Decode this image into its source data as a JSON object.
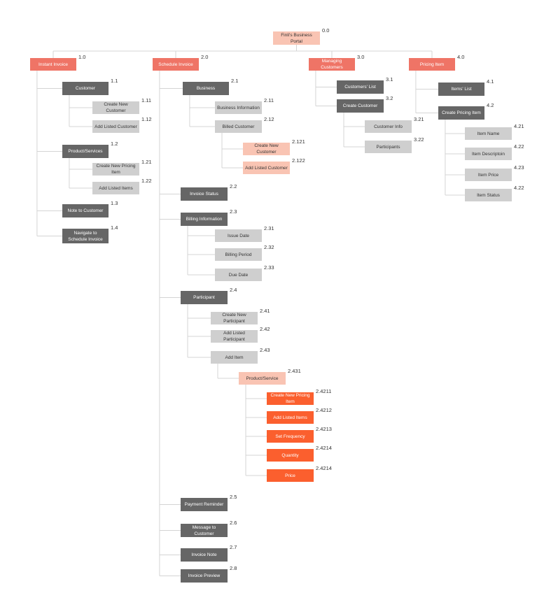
{
  "colors": {
    "root": "#f9c4b3",
    "top": "#ef7466",
    "dark": "#666666",
    "light": "#cfcfcf",
    "peach": "#f9c4b3",
    "orange": "#fb5f2e",
    "line": "#d4d4d4"
  },
  "nodes": [
    {
      "id": "root",
      "num": "0.0",
      "label": "Finli's Business Portal",
      "color": "root"
    },
    {
      "id": "n1",
      "num": "1.0",
      "label": "Instant Invoice",
      "color": "top"
    },
    {
      "id": "n2",
      "num": "2.0",
      "label": "Schedule Invoice",
      "color": "top"
    },
    {
      "id": "n3",
      "num": "3.0",
      "label": "Managing Customers",
      "color": "top"
    },
    {
      "id": "n4",
      "num": "4.0",
      "label": "Pricing Item",
      "color": "top"
    },
    {
      "id": "n1_1",
      "num": "1.1",
      "label": "Customer",
      "color": "dark"
    },
    {
      "id": "n1_11",
      "num": "1.11",
      "label": "Create New Customer",
      "color": "light"
    },
    {
      "id": "n1_12",
      "num": "1.12",
      "label": "Add Listed Customer",
      "color": "light"
    },
    {
      "id": "n1_2",
      "num": "1.2",
      "label": "Product/Services",
      "color": "dark"
    },
    {
      "id": "n1_21",
      "num": "1.21",
      "label": "Create New Pricing Item",
      "color": "light"
    },
    {
      "id": "n1_22",
      "num": "1.22",
      "label": "Add Listed Items",
      "color": "light"
    },
    {
      "id": "n1_3",
      "num": "1.3",
      "label": "Note to Customer",
      "color": "dark"
    },
    {
      "id": "n1_4",
      "num": "1.4",
      "label": "Navigate to Schedule Invoice",
      "color": "dark"
    },
    {
      "id": "n2_1",
      "num": "2.1",
      "label": "Business",
      "color": "dark"
    },
    {
      "id": "n2_11",
      "num": "2.11",
      "label": "Business Information",
      "color": "light"
    },
    {
      "id": "n2_12",
      "num": "2.12",
      "label": "Billed Customer",
      "color": "light"
    },
    {
      "id": "n2_121",
      "num": "2.121",
      "label": "Create New Customer",
      "color": "peach"
    },
    {
      "id": "n2_122",
      "num": "2.122",
      "label": "Add Listed Customer",
      "color": "peach"
    },
    {
      "id": "n2_2",
      "num": "2.2",
      "label": "Invoice Status",
      "color": "dark"
    },
    {
      "id": "n2_3",
      "num": "2.3",
      "label": "Billing Information",
      "color": "dark"
    },
    {
      "id": "n2_31",
      "num": "2.31",
      "label": "Issue Date",
      "color": "light"
    },
    {
      "id": "n2_32",
      "num": "2.32",
      "label": "Billing Period",
      "color": "light"
    },
    {
      "id": "n2_33",
      "num": "2.33",
      "label": "Due Date",
      "color": "light"
    },
    {
      "id": "n2_4",
      "num": "2.4",
      "label": "Participant",
      "color": "dark"
    },
    {
      "id": "n2_41",
      "num": "2.41",
      "label": "Create New Participant",
      "color": "light"
    },
    {
      "id": "n2_42",
      "num": "2.42",
      "label": "Add Listed Participant",
      "color": "light"
    },
    {
      "id": "n2_43",
      "num": "2.43",
      "label": "Add Item",
      "color": "light"
    },
    {
      "id": "n2_431",
      "num": "2.431",
      "label": "Product/Service",
      "color": "peach"
    },
    {
      "id": "n2_4211",
      "num": "2.4211",
      "label": "Create New Pricing Item",
      "color": "orange"
    },
    {
      "id": "n2_4212",
      "num": "2.4212",
      "label": "Add Listed Items",
      "color": "orange"
    },
    {
      "id": "n2_4213",
      "num": "2.4213",
      "label": "Set Frequency",
      "color": "orange"
    },
    {
      "id": "n2_4214a",
      "num": "2.4214",
      "label": "Quantity",
      "color": "orange"
    },
    {
      "id": "n2_4214b",
      "num": "2.4214",
      "label": "Price",
      "color": "orange"
    },
    {
      "id": "n2_5",
      "num": "2.5",
      "label": "Payment Reminder",
      "color": "dark"
    },
    {
      "id": "n2_6",
      "num": "2.6",
      "label": "Message to Customer",
      "color": "dark"
    },
    {
      "id": "n2_7",
      "num": "2.7",
      "label": "Invoice Note",
      "color": "dark"
    },
    {
      "id": "n2_8",
      "num": "2.8",
      "label": "Invoice Preview",
      "color": "dark"
    },
    {
      "id": "n3_1",
      "num": "3.1",
      "label": "Customers' List",
      "color": "dark"
    },
    {
      "id": "n3_2",
      "num": "3.2",
      "label": "Create Customer",
      "color": "dark"
    },
    {
      "id": "n3_21",
      "num": "3.21",
      "label": "Customer Info",
      "color": "light"
    },
    {
      "id": "n3_22",
      "num": "3.22",
      "label": "Participants",
      "color": "light"
    },
    {
      "id": "n4_1",
      "num": "4.1",
      "label": "Items' List",
      "color": "dark"
    },
    {
      "id": "n4_2",
      "num": "4.2",
      "label": "Create Pricing Item",
      "color": "dark"
    },
    {
      "id": "n4_21",
      "num": "4.21",
      "label": "Item Name",
      "color": "light"
    },
    {
      "id": "n4_22a",
      "num": "4.22",
      "label": "Item Descriptoin",
      "color": "light"
    },
    {
      "id": "n4_23",
      "num": "4.23",
      "label": "Item Price",
      "color": "light"
    },
    {
      "id": "n4_22b",
      "num": "4.22",
      "label": "Item Status",
      "color": "light"
    }
  ]
}
